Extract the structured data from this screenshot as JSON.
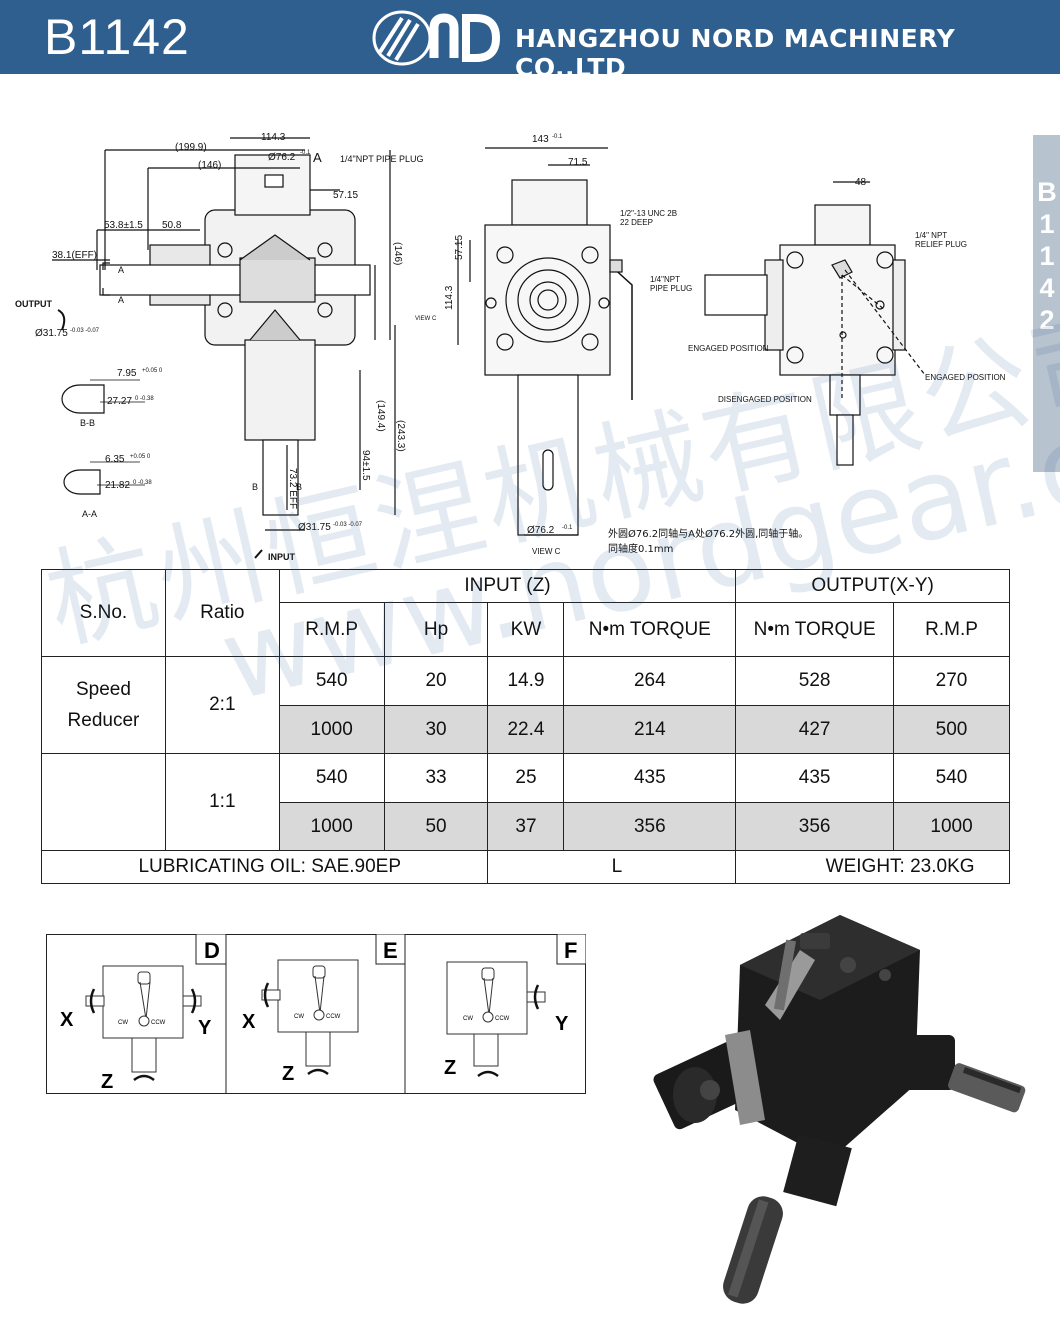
{
  "header": {
    "model": "B1142",
    "company": "HANGZHOU NORD MACHINERY CO.,LTD",
    "logo_alt": "ND logo"
  },
  "side_tab": {
    "label": "B1142"
  },
  "watermark": {
    "line1": "杭州恒涅机械有限公司",
    "line2": "www.nordgear.cn"
  },
  "drawing": {
    "left_view": {
      "dims": [
        "114.3",
        "(199.9)",
        "(146)",
        "1/4\"NPT PIPE PLUG",
        "57.15",
        "53.8±1.5",
        "50.8",
        "38.1(EFF)",
        "(146)",
        "(149.4)",
        "(243.3)",
        "94±1.5",
        "73.2 EFF",
        "A"
      ],
      "phi_top": "Ø76.2",
      "phi_top_tol": "-0.1",
      "phi_out": "Ø31.75",
      "phi_out_tol": "-0.03 -0.07",
      "phi_in": "Ø31.75",
      "phi_in_tol": "-0.03 -0.07",
      "output_label": "OUTPUT",
      "input_label": "INPUT",
      "section_bb": "B-B",
      "section_aa": "A-A",
      "bb_dim1": "7.95",
      "bb_dim1_tol": "+0.05 0",
      "bb_dim2": "27.27",
      "bb_dim2_tol": "0 -0.38",
      "aa_dim1": "6.35",
      "aa_dim1_tol": "+0.05 0",
      "aa_dim2": "21.82",
      "aa_dim2_tol": "0 -0.38",
      "b_mark": "B",
      "a_mark": "A",
      "view_c": "VIEW C"
    },
    "mid_view": {
      "dim_top": "143",
      "dim_top_tol": "-0.1",
      "dim_715": "71.5",
      "unc": "1/2\"-13 UNC 2B",
      "deep": "22 DEEP",
      "dim_5715": "57.15",
      "dim_1143": "114.3",
      "pipe_plug": "1/4\"NPT",
      "pipe_plug2": "PIPE PLUG",
      "phi_bottom": "Ø76.2",
      "phi_bottom_tol": "-0.1",
      "view_c": "VIEW C",
      "note1": "外圆Ø76.2同轴与A处Ø76.2外圆,同轴于轴。",
      "note2": "同轴度0.1mm"
    },
    "right_view": {
      "dim_48": "48",
      "relief1": "1/4\" NPT",
      "relief2": "RELIEF PLUG",
      "engaged1": "ENGAGED POSITION",
      "engaged2": "ENGAGED POSITION",
      "disengaged": "DISENGAGED POSITION"
    }
  },
  "table": {
    "headers": {
      "sno": "S.No.",
      "ratio": "Ratio",
      "input": "INPUT (Z)",
      "output": "OUTPUT(X-Y)",
      "in_rmp": "R.M.P",
      "hp": "Hp",
      "kw": "KW",
      "in_torque": "N•m TORQUE",
      "out_torque": "N•m TORQUE",
      "out_rmp": "R.M.P"
    },
    "group1": {
      "label1": "Speed",
      "label2": "Reducer",
      "ratio": "2:1"
    },
    "group2": {
      "label": "",
      "ratio": "1:1"
    },
    "rows": [
      {
        "rmp": "540",
        "hp": "20",
        "kw": "14.9",
        "tin": "264",
        "tout": "528",
        "rout": "270"
      },
      {
        "rmp": "1000",
        "hp": "30",
        "kw": "22.4",
        "tin": "214",
        "tout": "427",
        "rout": "500"
      },
      {
        "rmp": "540",
        "hp": "33",
        "kw": "25",
        "tin": "435",
        "tout": "435",
        "rout": "540"
      },
      {
        "rmp": "1000",
        "hp": "50",
        "kw": "37",
        "tin": "356",
        "tout": "356",
        "rout": "1000"
      }
    ],
    "footer": {
      "oil": "LUBRICATING OIL: SAE.90EP",
      "l": "L",
      "weight": "WEIGHT: 23.0KG"
    }
  },
  "directions": {
    "panels": [
      {
        "code": "D",
        "x": "X",
        "y": "Y",
        "z": "Z",
        "cw": "CW",
        "ccw": "CCW"
      },
      {
        "code": "E",
        "x": "X",
        "y": "",
        "z": "Z",
        "cw": "CW",
        "ccw": "CCW"
      },
      {
        "code": "F",
        "x": "",
        "y": "Y",
        "z": "Z",
        "cw": "CW",
        "ccw": "CCW"
      }
    ]
  },
  "colors": {
    "header_bg": "#2f5f8f",
    "tab_bg": "#b7c3cf",
    "row_grey": "#d9d9d9"
  }
}
